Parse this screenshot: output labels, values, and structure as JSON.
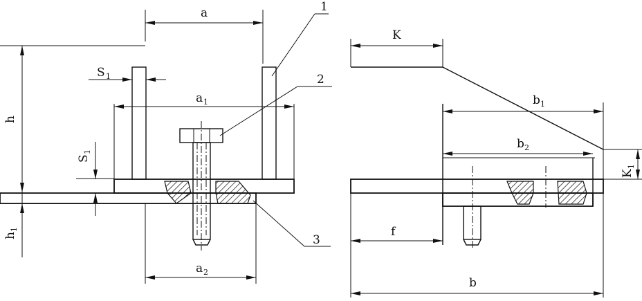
{
  "labels": {
    "a": "a",
    "a1": "a",
    "a1_sub": "1",
    "a2": "a",
    "a2_sub": "2",
    "s1_top": "S",
    "s1_top_sub": "1",
    "s1_side": "S",
    "s1_side_sub": "1",
    "h": "h",
    "h1": "h",
    "h1_sub": "1",
    "K": "K",
    "K1": "K",
    "K1_sub": "1",
    "b": "b",
    "b1": "b",
    "b1_sub": "1",
    "b2": "b",
    "b2_sub": "2",
    "f": "f"
  },
  "callouts": {
    "c1": "1",
    "c2": "2",
    "c3": "3"
  }
}
